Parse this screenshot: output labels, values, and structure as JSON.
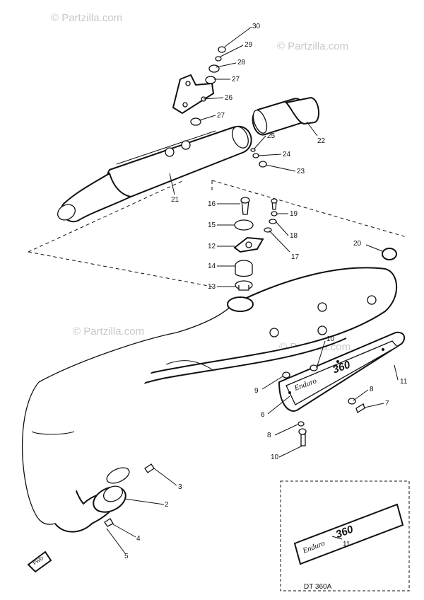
{
  "watermarks": [
    "© Partzilla.com",
    "© Partzilla.com",
    "© Partzilla.com",
    "© Partzilla.com"
  ],
  "callouts": [
    "30",
    "29",
    "28",
    "27",
    "26",
    "27",
    "25",
    "24",
    "23",
    "22",
    "21",
    "16",
    "15",
    "12",
    "14",
    "13",
    "19",
    "18",
    "17",
    "20",
    "10",
    "11",
    "9",
    "8",
    "7",
    "6",
    "8",
    "10",
    "3",
    "2",
    "4",
    "5",
    "11"
  ],
  "emblem": {
    "script_text": "Enduro",
    "number_text": "360",
    "model_code": "DT 360A"
  },
  "direction_mark": "FWD"
}
